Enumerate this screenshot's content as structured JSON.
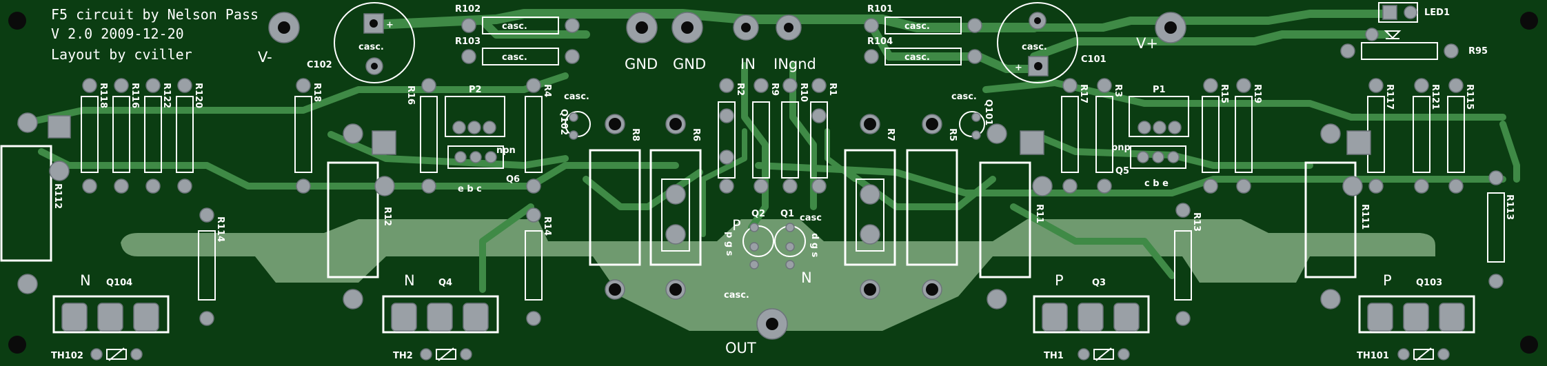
{
  "header": {
    "line1": "F5 circuit by Nelson Pass",
    "line2": "V 2.0 2009-12-20",
    "line3": "Layout by cviller"
  },
  "rails": {
    "vminus": "V-",
    "vplus": "V+"
  },
  "connectors": {
    "gnd1": "GND",
    "gnd2": "GND",
    "in": "IN",
    "ingnd": "INgnd",
    "out": "OUT"
  },
  "casc": "casc.",
  "casc2": "casc",
  "types": {
    "npn": "npn",
    "pnp": "pnp",
    "ebc": "e b c",
    "cbe": "c b e",
    "N": "N",
    "P": "P",
    "pgs": "p g s",
    "dgs": "d g s"
  },
  "caps": {
    "c102": "C102",
    "c101": "C101"
  },
  "resistors": {
    "r102": "R102",
    "r103": "R103",
    "r101": "R101",
    "r104": "R104",
    "r118": "R118",
    "r116": "R116",
    "r122": "R122",
    "r120": "R120",
    "r18": "R18",
    "r16": "R16",
    "r4": "R4",
    "r8": "R8",
    "r6": "R6",
    "r2": "R2",
    "r9": "R9",
    "r10": "R10",
    "r1": "R1",
    "r7": "R7",
    "r5": "R5",
    "r17": "R17",
    "r3": "R3",
    "r15": "R15",
    "r19": "R19",
    "r117": "R117",
    "r121": "R121",
    "r115": "R115",
    "r95": "R95",
    "r112": "R112",
    "r114": "R114",
    "r12": "R12",
    "r14": "R14",
    "r11": "R11",
    "r13": "R13",
    "r111": "R111",
    "r113": "R113"
  },
  "pots": {
    "p2": "P2",
    "p1": "P1"
  },
  "transistors": {
    "q102": "Q102",
    "q101": "Q101",
    "q6": "Q6",
    "q5": "Q5",
    "q2": "Q2",
    "q1": "Q1",
    "q104": "Q104",
    "q4": "Q4",
    "q3": "Q3",
    "q103": "Q103"
  },
  "thermistors": {
    "th102": "TH102",
    "th2": "TH2",
    "th1": "TH1",
    "th101": "TH101"
  },
  "led": "LED1",
  "colors": {
    "board": "#0b3d12",
    "trace": "#3f8a46",
    "plane": "#6f9a6f",
    "pad": "#9aa0a6",
    "silk": "#ffffff"
  }
}
